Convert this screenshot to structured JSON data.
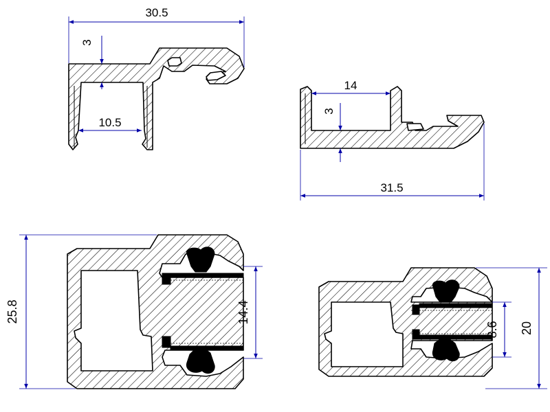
{
  "dimensions": {
    "top_left_width": "30.5",
    "top_left_wall": "3",
    "top_left_channel": "10.5",
    "top_right_channel": "14",
    "top_right_wall": "3",
    "top_right_width": "31.5",
    "bottom_left_height": "25.8",
    "bottom_left_gap": "14.4",
    "bottom_right_gap": "8.6",
    "bottom_right_height": "20"
  },
  "colors": {
    "dimension_line": "#0000a8",
    "outline": "#000000",
    "background": "#ffffff"
  }
}
